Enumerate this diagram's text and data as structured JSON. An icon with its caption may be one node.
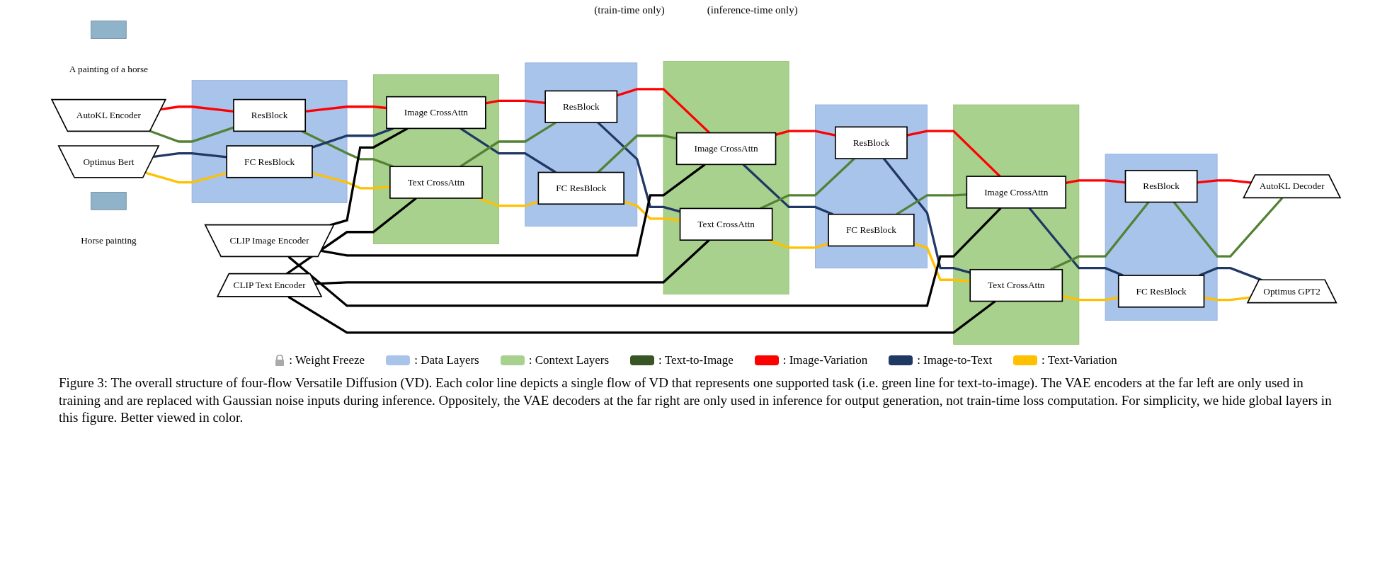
{
  "diagram": {
    "caption": "Figure 3: The overall structure of four-flow Versatile Diffusion (VD). Each color line depicts a single flow of VD that represents one supported task (i.e. green line for text-to-image). The VAE encoders at the far left are only used in training and are replaced with Gaussian noise inputs during inference. Oppositely, the VAE decoders at the far right are only used in inference for output generation, not train-time loss computation. For simplicity, we hide global layers in this figure. Better viewed in color.",
    "nodes": [
      {
        "text": [],
        "shape": "box"
      },
      {
        "text": [
          "A painting of a horse"
        ]
      },
      {
        "text": [
          "AutoKL Encoder"
        ]
      },
      {
        "text": [
          "Optimus Bert"
        ]
      },
      {
        "text": [],
        "shape": "box"
      },
      {
        "text": [
          "ResBlock"
        ],
        "in": 4
      },
      {
        "text": [
          "FC ResBlock"
        ],
        "in": 4
      },
      {
        "text": [],
        "shape": "box"
      },
      {
        "text": [
          "Image CrossAttn"
        ],
        "in": 7
      },
      {
        "text": [
          "Text CrossAttn"
        ],
        "in": 7
      },
      {
        "text": [],
        "shape": "box"
      },
      {
        "text": [
          "ResBlock"
        ],
        "in": 10
      },
      {
        "text": [
          "FC ResBlock"
        ],
        "in": 10
      },
      {
        "text": [
          "CLIP Image Encoder"
        ]
      },
      {
        "text": [],
        "shape": "box"
      },
      {
        "text": [
          "Image CrossAttn"
        ],
        "in": 14
      },
      {
        "text": [
          "Text CrossAttn"
        ],
        "in": 14
      },
      {
        "text": [
          "CLIP Text Encoder"
        ]
      },
      {
        "text": [],
        "shape": "box"
      },
      {
        "text": [
          "ResBlock"
        ],
        "in": 18
      },
      {
        "text": [
          "FC ResBlock"
        ],
        "in": 18
      },
      {
        "text": [],
        "shape": "box"
      },
      {
        "text": [
          "Image CrossAttn"
        ],
        "in": 21
      },
      {
        "text": [
          "Text CrossAttn"
        ],
        "in": 21
      },
      {
        "text": [],
        "shape": "box"
      },
      {
        "text": [
          "ResBlock"
        ],
        "in": 24
      },
      {
        "text": [
          "FC ResBlock"
        ],
        "in": 24
      },
      {
        "text": [
          "AutoKL Decoder"
        ]
      },
      {
        "text": [
          "Optimus GPT2"
        ]
      },
      {
        "text": [],
        "shape": "box"
      },
      {
        "text": [
          "Horse painting"
        ]
      }
    ],
    "edges": [
      {
        "from": 2,
        "to": 5,
        "arrow": "none",
        "color": "#ff0000"
      },
      {
        "from": 2,
        "to": 5,
        "arrow": "none",
        "color": "#548235"
      },
      {
        "from": 3,
        "to": 6,
        "arrow": "none",
        "color": "#1f3864"
      },
      {
        "from": 3,
        "to": 6,
        "arrow": "none",
        "color": "#ffc000"
      },
      {
        "from": 5,
        "to": 8,
        "arrow": "none",
        "color": "#ff0000"
      },
      {
        "from": 5,
        "to": 9,
        "arrow": "none",
        "color": "#548235"
      },
      {
        "from": 6,
        "to": 8,
        "arrow": "none",
        "color": "#1f3864"
      },
      {
        "from": 6,
        "to": 9,
        "arrow": "none",
        "color": "#ffc000"
      },
      {
        "from": 8,
        "to": 11,
        "arrow": "none",
        "color": "#ff0000"
      },
      {
        "from": 8,
        "to": 12,
        "arrow": "none",
        "color": "#1f3864"
      },
      {
        "from": 9,
        "to": 11,
        "arrow": "none",
        "color": "#548235"
      },
      {
        "from": 9,
        "to": 12,
        "arrow": "none",
        "color": "#ffc000"
      },
      {
        "from": 11,
        "to": 15,
        "arrow": "none",
        "color": "#ff0000"
      },
      {
        "from": 11,
        "to": 16,
        "arrow": "none",
        "color": "#1f3864"
      },
      {
        "from": 12,
        "to": 15,
        "arrow": "none",
        "color": "#548235"
      },
      {
        "from": 12,
        "to": 16,
        "arrow": "none",
        "color": "#ffc000"
      },
      {
        "from": 15,
        "to": 19,
        "arrow": "none",
        "color": "#ff0000"
      },
      {
        "from": 15,
        "to": 20,
        "arrow": "none",
        "color": "#1f3864"
      },
      {
        "from": 16,
        "to": 19,
        "arrow": "none",
        "color": "#548235"
      },
      {
        "from": 16,
        "to": 20,
        "arrow": "none",
        "color": "#ffc000"
      },
      {
        "from": 19,
        "to": 22,
        "arrow": "none",
        "color": "#ff0000"
      },
      {
        "from": 19,
        "to": 23,
        "arrow": "none",
        "color": "#1f3864"
      },
      {
        "from": 20,
        "to": 22,
        "arrow": "none",
        "color": "#548235"
      },
      {
        "from": 20,
        "to": 23,
        "arrow": "none",
        "color": "#ffc000"
      },
      {
        "from": 22,
        "to": 25,
        "arrow": "none",
        "color": "#ff0000"
      },
      {
        "from": 22,
        "to": 26,
        "arrow": "none",
        "color": "#1f3864"
      },
      {
        "from": 23,
        "to": 25,
        "arrow": "none",
        "color": "#548235"
      },
      {
        "from": 23,
        "to": 26,
        "arrow": "none",
        "color": "#ffc000"
      },
      {
        "from": 25,
        "to": 27,
        "arrow": "none",
        "color": "#ff0000"
      },
      {
        "from": 25,
        "to": 27,
        "arrow": "none",
        "color": "#548235"
      },
      {
        "from": 26,
        "to": 28,
        "arrow": "none",
        "color": "#1f3864"
      },
      {
        "from": 26,
        "to": 28,
        "arrow": "none",
        "color": "#ffc000"
      },
      {
        "from": 13,
        "to": 8,
        "arrow": "none",
        "color": "#000000"
      },
      {
        "from": 13,
        "to": 15,
        "arrow": "none",
        "color": "#000000"
      },
      {
        "from": 13,
        "to": 22,
        "arrow": "none",
        "color": "#000000"
      },
      {
        "from": 17,
        "to": 9,
        "arrow": "none",
        "color": "#000000"
      },
      {
        "from": 17,
        "to": 16,
        "arrow": "none",
        "color": "#000000"
      },
      {
        "from": 17,
        "to": 23,
        "arrow": "none",
        "color": "#000000"
      }
    ],
    "labels": [
      "(train-time only)",
      "(inference-time only)"
    ],
    "legend": [
      {
        "text": ": Weight Freeze"
      },
      {
        "text": ": Data Layers",
        "color": "#a9c4eb"
      },
      {
        "text": ": Context Layers",
        "color": "#a9d18e"
      },
      {
        "text": ": Text-to-Image",
        "color": "#375623"
      },
      {
        "text": ": Image-Variation",
        "color": "#ff0000"
      },
      {
        "text": ": Image-to-Text",
        "color": "#1f3864"
      },
      {
        "text": ": Text-Variation",
        "color": "#ffc000"
      }
    ]
  }
}
